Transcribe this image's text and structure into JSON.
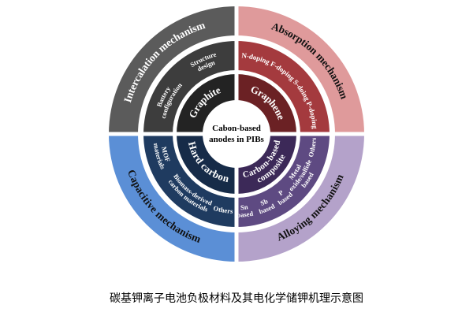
{
  "center": {
    "lines": [
      "Cabon-based",
      "anodes in PIBs"
    ]
  },
  "quadrants": [
    {
      "id": "intercalation",
      "outer_label": "Intercalation mechanism",
      "inner_lines": [
        "Graphite"
      ],
      "mid_labels": [
        {
          "lines": [
            "Battery",
            "configuration"
          ]
        },
        {
          "lines": [
            "Structure",
            "design"
          ]
        }
      ],
      "colors": {
        "outer": "#5b5b5b",
        "mid": "#3d3d3d",
        "inner": "#232323",
        "outer_text": "#ffffff"
      }
    },
    {
      "id": "absorption",
      "outer_label": "Absorption mechanism",
      "inner_lines": [
        "Graphene"
      ],
      "mid_labels": [
        {
          "lines": [
            "N-doping F-doping S-doing P-doping"
          ]
        }
      ],
      "colors": {
        "outer": "#df9a9b",
        "mid": "#a43a3e",
        "inner": "#6b2124",
        "outer_text": "#111111"
      }
    },
    {
      "id": "capacitive",
      "outer_label": "Capacitive mechanism",
      "inner_lines": [
        "Hard carbon"
      ],
      "mid_labels": [
        {
          "lines": [
            "MOF",
            "materials"
          ]
        },
        {
          "lines": [
            "Biomass-derived",
            "carbon materials"
          ]
        },
        {
          "lines": [
            "Others"
          ]
        }
      ],
      "colors": {
        "outer": "#5b8fd6",
        "mid": "#1f3b60",
        "inner": "#162b48",
        "outer_text": "#111111"
      }
    },
    {
      "id": "alloying",
      "outer_label": "Alloying mechanism",
      "inner_lines": [
        "Carbon-based",
        "composite"
      ],
      "mid_labels": [
        {
          "lines": [
            "Sn",
            "based"
          ]
        },
        {
          "lines": [
            "Sb",
            "based"
          ]
        },
        {
          "lines": [
            "P",
            "based"
          ]
        },
        {
          "lines": [
            "Metal",
            "oxide/sulfide",
            "based"
          ]
        },
        {
          "lines": [
            "Others"
          ]
        }
      ],
      "colors": {
        "outer": "#b4a2ca",
        "mid": "#5e4a82",
        "inner": "#3c2958",
        "outer_text": "#111111"
      }
    }
  ],
  "caption": "碳基钾离子电池负极材料及其电化学储钾机理示意图"
}
